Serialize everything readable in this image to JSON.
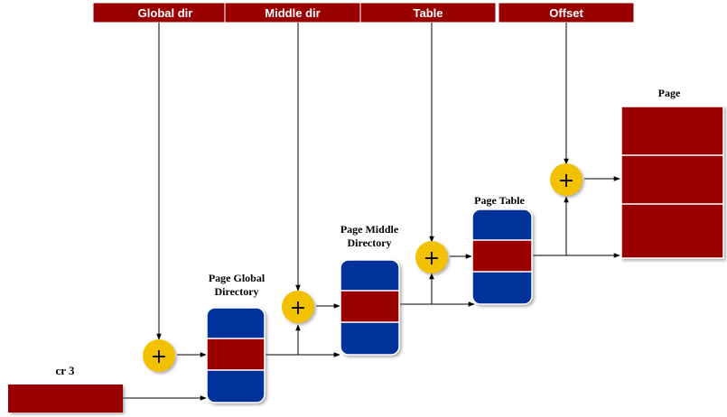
{
  "address_fields": [
    {
      "label": "Global dir"
    },
    {
      "label": "Middle dir"
    },
    {
      "label": "Table"
    },
    {
      "label": "Offset"
    }
  ],
  "registers": {
    "cr3_label": "cr 3"
  },
  "tables": [
    {
      "title_line1": "Page Global",
      "title_line2": "Directory"
    },
    {
      "title_line1": "Page Middle",
      "title_line2": "Directory"
    },
    {
      "title_line1": "Page Table",
      "title_line2": ""
    }
  ],
  "page": {
    "title": "Page"
  },
  "adders": [
    {
      "symbol": "+"
    },
    {
      "symbol": "+"
    },
    {
      "symbol": "+"
    },
    {
      "symbol": "+"
    }
  ],
  "colors": {
    "dark_red": "#990000",
    "blue": "#003399",
    "adder_yellow": "#f2c200"
  }
}
